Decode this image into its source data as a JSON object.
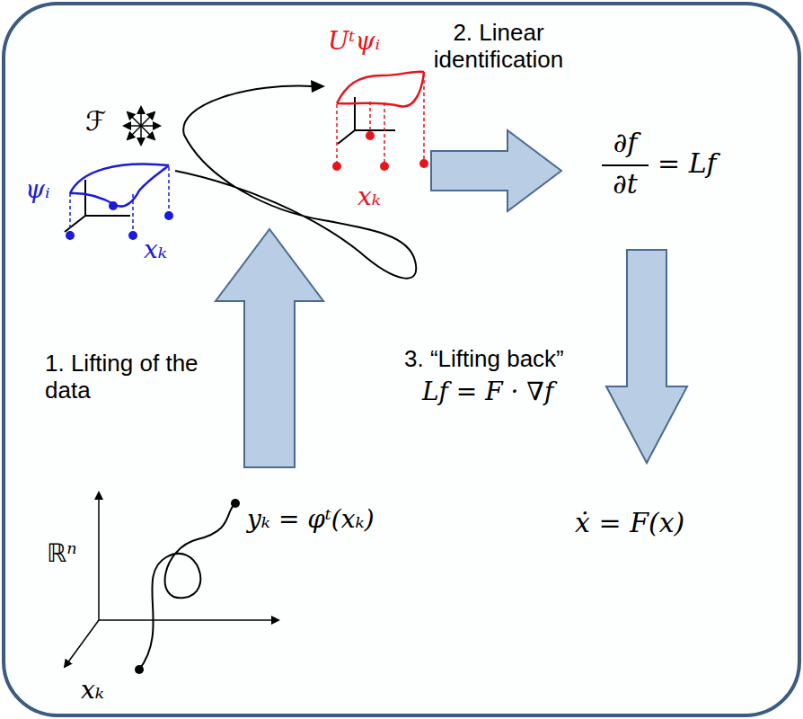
{
  "diagram": {
    "labels": [
      "ℱ",
      "ψᵢ",
      "xₖ",
      "Uᵗψᵢ",
      "xₖ",
      "2. Linear identification",
      "∂f",
      "∂t",
      "= Lf",
      "1. Lifting of the data",
      "3. “Lifting back”",
      "Lf = F · ∇f",
      "ẋ = F(x)",
      "ℝⁿ",
      "yₖ = φᵗ(xₖ)",
      "xₖ"
    ]
  }
}
